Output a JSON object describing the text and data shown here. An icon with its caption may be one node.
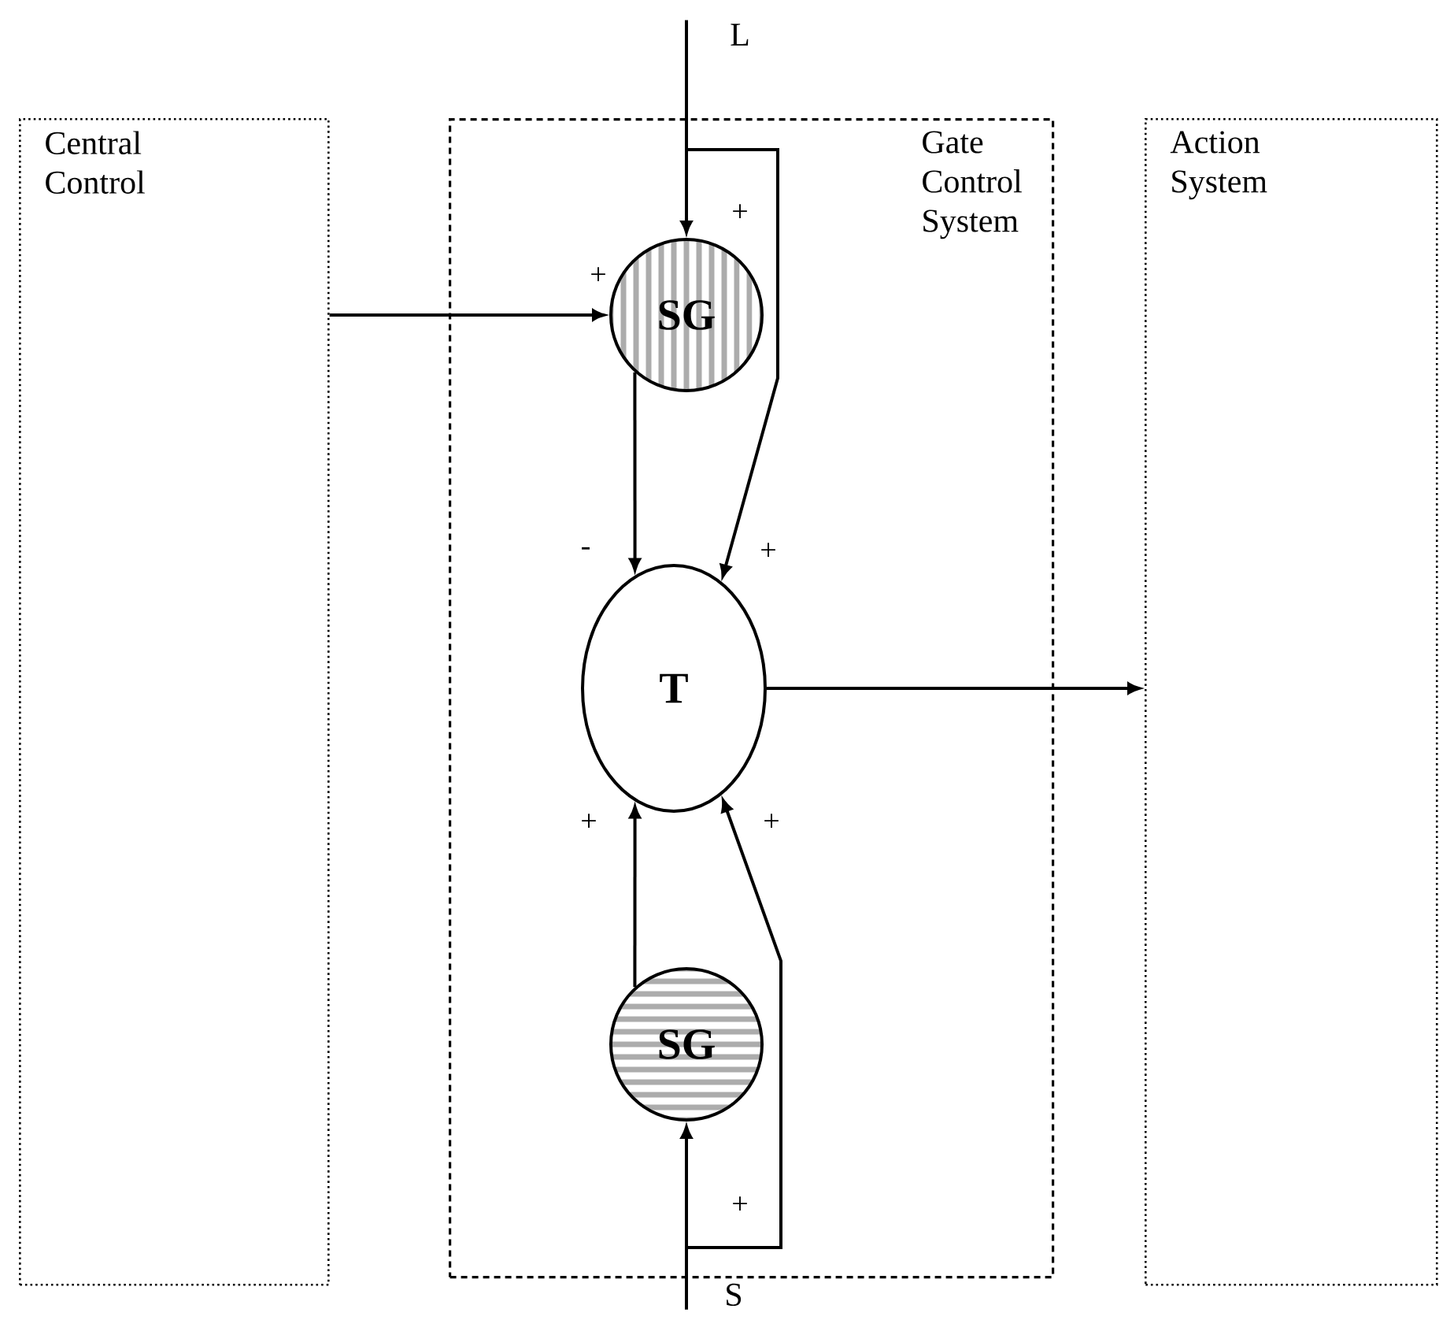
{
  "diagram": {
    "nodes": [
      {
        "text": [
          "Central Control"
        ]
      },
      {
        "text": [
          "Gate Control System"
        ]
      },
      {
        "text": [
          "Action System"
        ]
      },
      {
        "text": [
          "SG"
        ],
        "in": 1
      },
      {
        "text": [
          "T"
        ],
        "in": 1
      },
      {
        "text": [
          "SG"
        ],
        "in": 1
      },
      {
        "text": [
          "L"
        ]
      },
      {
        "text": [
          "S"
        ]
      }
    ],
    "edges": [
      {
        "from": 6,
        "to": 3,
        "arrow": "to"
      },
      {
        "from": 6,
        "to": 4,
        "arrow": "to"
      },
      {
        "from": 0,
        "to": 3,
        "arrow": "to"
      },
      {
        "from": 3,
        "to": 4,
        "arrow": "to"
      },
      {
        "from": 4,
        "to": 2,
        "arrow": "to"
      },
      {
        "from": 5,
        "to": 4,
        "arrow": "to"
      },
      {
        "from": 7,
        "to": 5,
        "arrow": "to"
      },
      {
        "from": 7,
        "to": 4,
        "arrow": "to"
      }
    ],
    "labels": [
      "+",
      "+",
      "-",
      "+",
      "+",
      "+",
      "+"
    ]
  }
}
